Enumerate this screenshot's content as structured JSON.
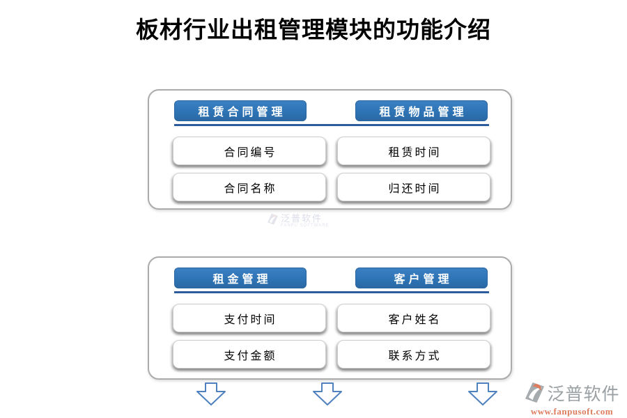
{
  "title": "板材行业出租管理模块的功能介绍",
  "panels": [
    {
      "groups": [
        {
          "header": "租赁合同管理",
          "items": [
            "合同编号",
            "合同名称"
          ]
        },
        {
          "header": "租赁物品管理",
          "items": [
            "租赁时间",
            "归还时间"
          ]
        }
      ]
    },
    {
      "groups": [
        {
          "header": "租金管理",
          "items": [
            "支付时间",
            "支付金额"
          ]
        },
        {
          "header": "客户管理",
          "items": [
            "客户姓名",
            "联系方式"
          ]
        }
      ]
    }
  ],
  "arrows": [
    "down-arrow",
    "down-arrow",
    "down-arrow"
  ],
  "watermark": {
    "text": "泛普软件",
    "subtext": "FANPU SOFTWARE"
  },
  "logo": {
    "name": "泛普软件",
    "url": "www.fanpusoft.com"
  },
  "colors": {
    "header_blue": "#2E74B5",
    "header_border": "#2A659F",
    "divider_blue": "#2E5B9C",
    "arrow_blue": "#4E81BD",
    "panel_border": "#ABABAB",
    "logo_gray": "#9AA0A3",
    "logo_orange": "#DE7C5E",
    "title_black": "#000000"
  }
}
